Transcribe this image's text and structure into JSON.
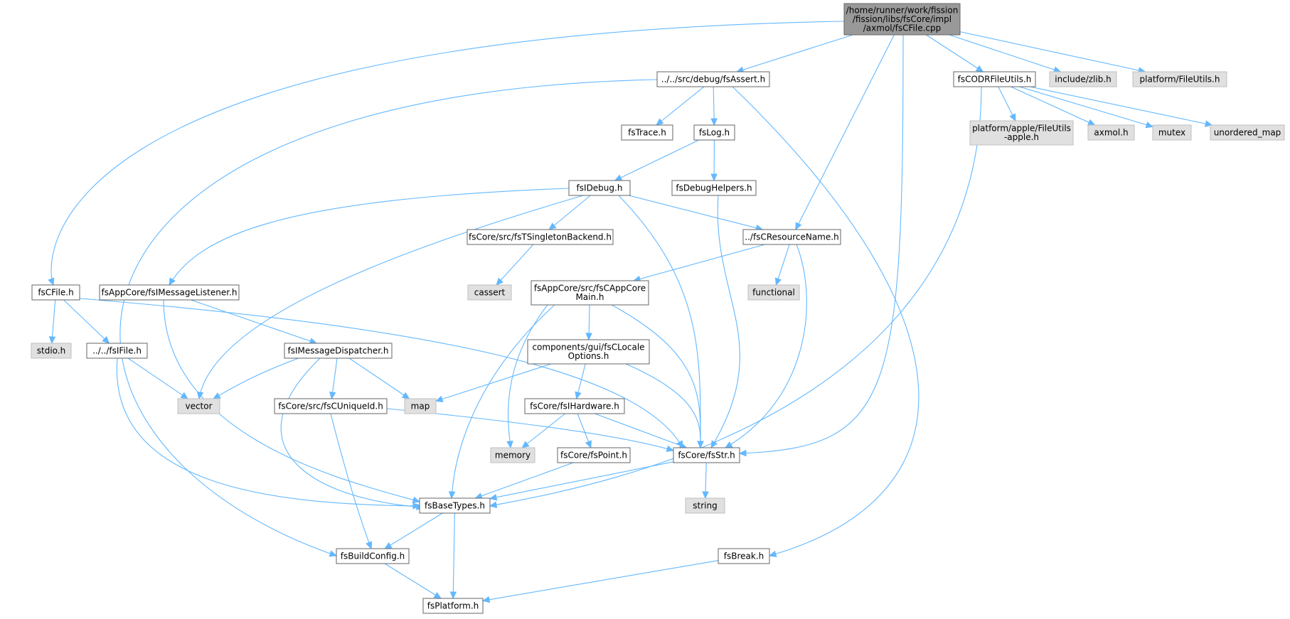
{
  "colors": {
    "edge": "#63b8ff",
    "root_fill": "#999999",
    "system_fill": "#e0e0e0",
    "local_fill": "#ffffff",
    "border": "#666666"
  },
  "nodes": [
    {
      "id": "root",
      "kind": "root",
      "lines": [
        "/home/runner/work/fission",
        "/fission/libs/fsCore/impl",
        "/axmol/fsCFile.cpp"
      ]
    },
    {
      "id": "fsAssert",
      "kind": "local",
      "lines": [
        "../../src/debug/fsAssert.h"
      ]
    },
    {
      "id": "fsCODRFileUtils",
      "kind": "local",
      "lines": [
        "fsCODRFileUtils.h"
      ]
    },
    {
      "id": "zlib",
      "kind": "system",
      "lines": [
        "include/zlib.h"
      ]
    },
    {
      "id": "platformFileUtils",
      "kind": "system",
      "lines": [
        "platform/FileUtils.h"
      ]
    },
    {
      "id": "fsTrace",
      "kind": "local",
      "lines": [
        "fsTrace.h"
      ]
    },
    {
      "id": "fsLog",
      "kind": "local",
      "lines": [
        "fsLog.h"
      ]
    },
    {
      "id": "appleFileUtils",
      "kind": "system",
      "lines": [
        "platform/apple/FileUtils",
        "-apple.h"
      ]
    },
    {
      "id": "axmol",
      "kind": "system",
      "lines": [
        "axmol.h"
      ]
    },
    {
      "id": "mutex",
      "kind": "system",
      "lines": [
        "mutex"
      ]
    },
    {
      "id": "unordered_map",
      "kind": "system",
      "lines": [
        "unordered_map"
      ]
    },
    {
      "id": "fsIDebug",
      "kind": "local",
      "lines": [
        "fsIDebug.h"
      ]
    },
    {
      "id": "fsDebugHelpers",
      "kind": "local",
      "lines": [
        "fsDebugHelpers.h"
      ]
    },
    {
      "id": "fsTSingletonBackend",
      "kind": "local",
      "lines": [
        "fsCore/src/fsTSingletonBackend.h"
      ]
    },
    {
      "id": "fsCResourceName",
      "kind": "local",
      "lines": [
        "../fsCResourceName.h"
      ]
    },
    {
      "id": "fsCFileH",
      "kind": "local",
      "lines": [
        "fsCFile.h"
      ]
    },
    {
      "id": "fsIMessageListener",
      "kind": "local",
      "lines": [
        "fsAppCore/fsIMessageListener.h"
      ]
    },
    {
      "id": "cassert",
      "kind": "system",
      "lines": [
        "cassert"
      ]
    },
    {
      "id": "fsCAppCoreMain",
      "kind": "local",
      "lines": [
        "fsAppCore/src/fsCAppCore",
        "Main.h"
      ]
    },
    {
      "id": "functional",
      "kind": "system",
      "lines": [
        "functional"
      ]
    },
    {
      "id": "stdio",
      "kind": "system",
      "lines": [
        "stdio.h"
      ]
    },
    {
      "id": "fsIFile",
      "kind": "local",
      "lines": [
        "../../fsIFile.h"
      ]
    },
    {
      "id": "fsIMessageDispatcher",
      "kind": "local",
      "lines": [
        "fsIMessageDispatcher.h"
      ]
    },
    {
      "id": "fsCLocaleOptions",
      "kind": "local",
      "lines": [
        "components/gui/fsCLocale",
        "Options.h"
      ]
    },
    {
      "id": "vector",
      "kind": "system",
      "lines": [
        "vector"
      ]
    },
    {
      "id": "map",
      "kind": "system",
      "lines": [
        "map"
      ]
    },
    {
      "id": "fsCUniqueId",
      "kind": "local",
      "lines": [
        "fsCore/src/fsCUniqueId.h"
      ]
    },
    {
      "id": "fsIHardware",
      "kind": "local",
      "lines": [
        "fsCore/fsIHardware.h"
      ]
    },
    {
      "id": "memory",
      "kind": "system",
      "lines": [
        "memory"
      ]
    },
    {
      "id": "fsPoint",
      "kind": "local",
      "lines": [
        "fsCore/fsPoint.h"
      ]
    },
    {
      "id": "fsStr",
      "kind": "local",
      "lines": [
        "fsCore/fsStr.h"
      ]
    },
    {
      "id": "fsBaseTypes",
      "kind": "local",
      "lines": [
        "fsBaseTypes.h"
      ]
    },
    {
      "id": "string",
      "kind": "system",
      "lines": [
        "string"
      ]
    },
    {
      "id": "fsBuildConfig",
      "kind": "local",
      "lines": [
        "fsBuildConfig.h"
      ]
    },
    {
      "id": "fsBreak",
      "kind": "local",
      "lines": [
        "fsBreak.h"
      ]
    },
    {
      "id": "fsPlatform",
      "kind": "local",
      "lines": [
        "fsPlatform.h"
      ]
    }
  ],
  "edges": [
    [
      "root",
      "fsCFileH"
    ],
    [
      "root",
      "fsAssert"
    ],
    [
      "root",
      "fsCResourceName"
    ],
    [
      "root",
      "fsStr"
    ],
    [
      "root",
      "fsCODRFileUtils"
    ],
    [
      "root",
      "zlib"
    ],
    [
      "root",
      "platformFileUtils"
    ],
    [
      "fsAssert",
      "fsBuildConfig"
    ],
    [
      "fsAssert",
      "fsTrace"
    ],
    [
      "fsAssert",
      "fsLog"
    ],
    [
      "fsAssert",
      "fsBreak"
    ],
    [
      "fsCODRFileUtils",
      "appleFileUtils"
    ],
    [
      "fsCODRFileUtils",
      "axmol"
    ],
    [
      "fsCODRFileUtils",
      "mutex"
    ],
    [
      "fsCODRFileUtils",
      "unordered_map"
    ],
    [
      "fsCODRFileUtils",
      "fsBaseTypes"
    ],
    [
      "fsLog",
      "fsIDebug"
    ],
    [
      "fsLog",
      "fsDebugHelpers"
    ],
    [
      "fsDebugHelpers",
      "fsStr"
    ],
    [
      "fsIDebug",
      "fsIMessageListener"
    ],
    [
      "fsIDebug",
      "fsTSingletonBackend"
    ],
    [
      "fsIDebug",
      "fsCResourceName"
    ],
    [
      "fsIDebug",
      "vector"
    ],
    [
      "fsIDebug",
      "fsStr"
    ],
    [
      "fsTSingletonBackend",
      "cassert"
    ],
    [
      "fsCResourceName",
      "fsCAppCoreMain"
    ],
    [
      "fsCResourceName",
      "functional"
    ],
    [
      "fsCResourceName",
      "fsStr"
    ],
    [
      "fsCFileH",
      "stdio"
    ],
    [
      "fsCFileH",
      "fsIFile"
    ],
    [
      "fsCFileH",
      "fsStr"
    ],
    [
      "fsIMessageListener",
      "fsIMessageDispatcher"
    ],
    [
      "fsIMessageListener",
      "fsBaseTypes"
    ],
    [
      "fsIFile",
      "vector"
    ],
    [
      "fsIFile",
      "fsBaseTypes"
    ],
    [
      "fsIMessageDispatcher",
      "vector"
    ],
    [
      "fsIMessageDispatcher",
      "map"
    ],
    [
      "fsIMessageDispatcher",
      "fsCUniqueId"
    ],
    [
      "fsIMessageDispatcher",
      "fsBaseTypes"
    ],
    [
      "fsCAppCoreMain",
      "fsCLocaleOptions"
    ],
    [
      "fsCAppCoreMain",
      "memory"
    ],
    [
      "fsCAppCoreMain",
      "fsStr"
    ],
    [
      "fsCAppCoreMain",
      "fsBaseTypes"
    ],
    [
      "fsCLocaleOptions",
      "map"
    ],
    [
      "fsCLocaleOptions",
      "fsIHardware"
    ],
    [
      "fsCLocaleOptions",
      "fsStr"
    ],
    [
      "fsCUniqueId",
      "fsStr"
    ],
    [
      "fsCUniqueId",
      "fsBuildConfig"
    ],
    [
      "fsIHardware",
      "memory"
    ],
    [
      "fsIHardware",
      "fsPoint"
    ],
    [
      "fsIHardware",
      "fsStr"
    ],
    [
      "fsPoint",
      "fsBaseTypes"
    ],
    [
      "fsStr",
      "fsBaseTypes"
    ],
    [
      "fsStr",
      "string"
    ],
    [
      "fsBaseTypes",
      "fsBuildConfig"
    ],
    [
      "fsBaseTypes",
      "fsPlatform"
    ],
    [
      "fsBuildConfig",
      "fsPlatform"
    ],
    [
      "fsBreak",
      "fsPlatform"
    ]
  ]
}
